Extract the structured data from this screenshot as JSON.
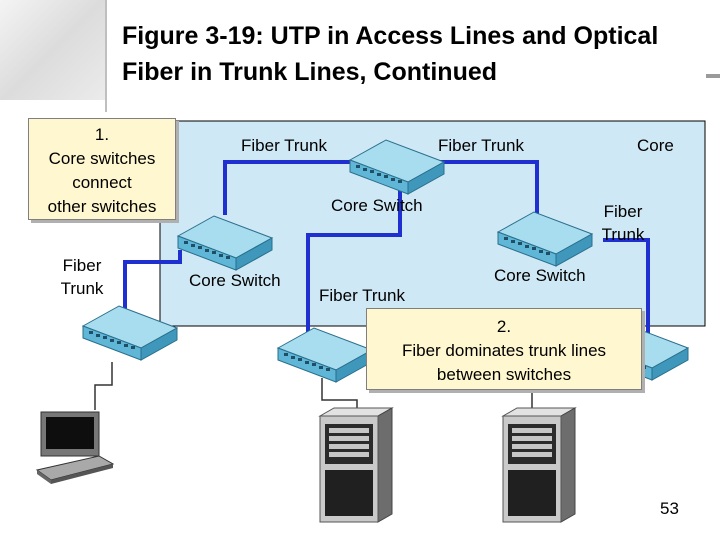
{
  "title": "Figure 3-19: UTP in Access Lines and Optical Fiber in Trunk Lines, Continued",
  "callout_1": {
    "number": "1.",
    "lines": [
      "Core switches",
      "connect",
      "other switches"
    ]
  },
  "callout_2": {
    "number": "2.",
    "lines": [
      "Fiber dominates trunk lines",
      "between switches"
    ]
  },
  "labels": {
    "core": "Core",
    "fiber_trunk_top_left": "Fiber Trunk",
    "fiber_trunk_top_right": "Fiber Trunk",
    "core_switch_center": "Core Switch",
    "fiber_trunk_right": [
      "Fiber",
      "Trunk"
    ],
    "fiber_trunk_left": [
      "Fiber",
      "Trunk"
    ],
    "core_switch_left": "Core Switch",
    "fiber_trunk_bottom": "Fiber Trunk",
    "core_switch_right": "Core Switch"
  },
  "page_number": "53",
  "colors": {
    "core_area": "#cfe8f5",
    "fiber_link": "#1f2fd0",
    "utp_link": "#333333",
    "switch_body": "#7cc8e4",
    "callout_fill": "#fff7cf"
  },
  "icons": [
    "switch-icon",
    "server-icon",
    "laptop-icon"
  ]
}
